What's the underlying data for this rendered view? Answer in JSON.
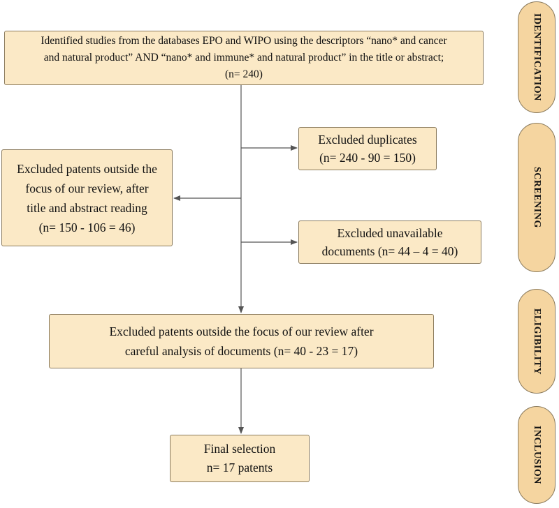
{
  "stages": {
    "identification": "IDENTIFICATION",
    "screening": "SCREENING",
    "eligibility": "ELIGIBILITY",
    "inclusion": "INCLUSION"
  },
  "boxes": {
    "identified": [
      "Identified studies from the databases EPO and WIPO using the descriptors “nano* and cancer",
      "and natural product”  AND “nano* and immune* and natural product” in the title or abstract;",
      "(n= 240)"
    ],
    "duplicates": [
      "Excluded duplicates",
      "(n= 240 - 90 = 150)"
    ],
    "outside_focus_screening": [
      "Excluded patents outside the",
      "focus of our review, after",
      "title and abstract reading",
      "(n= 150 - 106 = 46)"
    ],
    "unavailable": [
      "Excluded unavailable",
      "documents (n= 44 – 4 = 40)"
    ],
    "outside_focus_eligibility": [
      "Excluded patents outside the focus of our review after",
      "careful analysis of documents (n= 40 - 23 = 17)"
    ],
    "final": [
      "Final selection",
      "n= 17 patents"
    ]
  },
  "colors": {
    "box_fill": "#fbe9c6",
    "stage_fill": "#f5d5a0",
    "border": "#8a7a5c",
    "line": "#555555"
  }
}
